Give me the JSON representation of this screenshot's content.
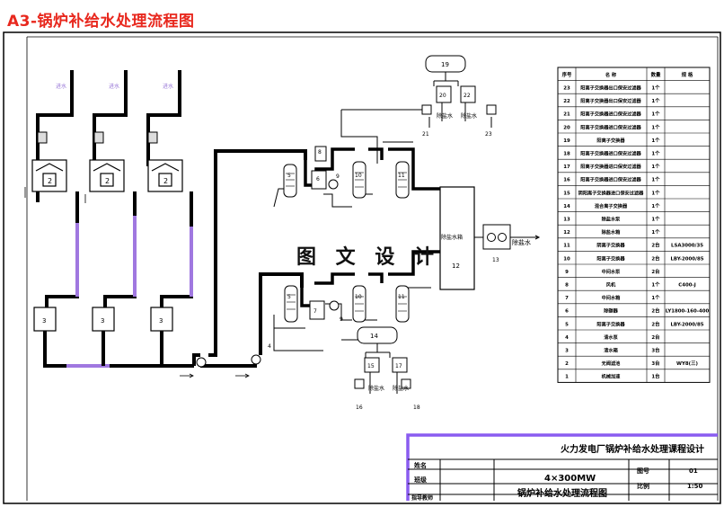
{
  "page_title": "A3-锅炉补给水处理流程图",
  "watermark": "图 文 设 计",
  "colors": {
    "title_red": "#e8281e",
    "border_purple": "#8a5cf0",
    "line_black": "#000000"
  },
  "equipment_labels": {
    "tank_2": "2",
    "pump_3": "3",
    "pump_4": "4",
    "item_5": "5",
    "item_6": "6",
    "item_7": "7",
    "item_8": "8",
    "pump_9": "9",
    "vessel_10": "10",
    "vessel_11": "11",
    "box_12": "12",
    "item_13": "13",
    "tank_14": "14",
    "item_15": "15",
    "item_16": "16",
    "item_17": "17",
    "item_18": "18",
    "tank_19": "19",
    "item_20": "20",
    "item_21": "21",
    "item_22": "22",
    "item_23": "23"
  },
  "flow_labels": {
    "desalinated_water": "除盐水",
    "desal_vertical": "除盐水",
    "water_inlet": "进水",
    "to_tank": "除盐水箱"
  },
  "parts_table": {
    "headers": [
      "序号",
      "名    称",
      "数量",
      "规    格"
    ],
    "rows": [
      [
        "23",
        "阳离子交换器出口保安过滤器",
        "1个",
        ""
      ],
      [
        "22",
        "阳离子交换器出口保安过滤器",
        "1个",
        ""
      ],
      [
        "21",
        "阳离子交换器进口保安过滤器",
        "1个",
        ""
      ],
      [
        "20",
        "阳离子交换器进口保安过滤器",
        "1个",
        ""
      ],
      [
        "19",
        "阳离子交换器",
        "1个",
        ""
      ],
      [
        "18",
        "阳离子交换器进口保安过滤器",
        "1个",
        ""
      ],
      [
        "17",
        "阳离子交换器进口保安过滤器",
        "1个",
        ""
      ],
      [
        "16",
        "阳离子交换器进口保安过滤器",
        "1个",
        ""
      ],
      [
        "15",
        "阴阳离子交换器进口保安过滤器",
        "1个",
        ""
      ],
      [
        "14",
        "混合离子交换器",
        "1个",
        ""
      ],
      [
        "13",
        "除盐水泵",
        "1个",
        ""
      ],
      [
        "12",
        "除盐水箱",
        "1个",
        ""
      ],
      [
        "11",
        "阴离子交换器",
        "2台",
        "LSA3000/35"
      ],
      [
        "10",
        "阳离子交换器",
        "2台",
        "LBY-2000/85"
      ],
      [
        "9",
        "中间水泵",
        "2台",
        ""
      ],
      [
        "8",
        "风机",
        "1个",
        "C400-J"
      ],
      [
        "7",
        "中间水箱",
        "1个",
        ""
      ],
      [
        "6",
        "除碳器",
        "2台",
        "LY1800-160-400"
      ],
      [
        "5",
        "阳离子交换器",
        "2台",
        "LBY-2000/85"
      ],
      [
        "4",
        "清水泵",
        "2台",
        ""
      ],
      [
        "3",
        "清水箱",
        "3台",
        ""
      ],
      [
        "2",
        "无阀滤池",
        "3台",
        "WY8(三)"
      ],
      [
        "1",
        "机械加速",
        "1台",
        ""
      ]
    ]
  },
  "title_block": {
    "design_title": "火力发电厂锅炉补给水处理课程设计",
    "project_line1": "4×300MW",
    "project_line2": "锅炉补给水处理流程图",
    "drawing_no_label": "图号",
    "drawing_no": "01",
    "scale_label": "比例",
    "scale": "1:50",
    "name_label": "姓名",
    "class_label": "班级",
    "instructor_label": "指导教师"
  }
}
